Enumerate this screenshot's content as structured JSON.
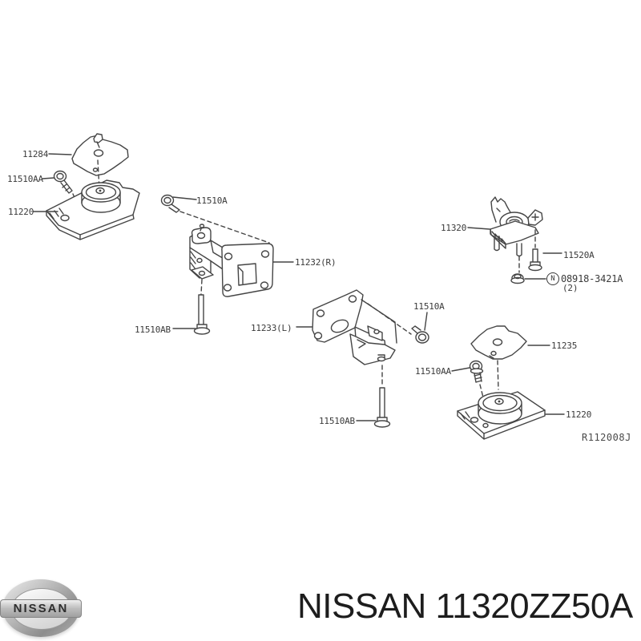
{
  "diagram": {
    "labels": [
      {
        "id": "11284",
        "text": "11284"
      },
      {
        "id": "11510aa-left",
        "text": "11510AA"
      },
      {
        "id": "11220-left",
        "text": "11220"
      },
      {
        "id": "11510a-top",
        "text": "11510A"
      },
      {
        "id": "11232-r",
        "text": "11232(R)"
      },
      {
        "id": "11510ab-left",
        "text": "11510AB"
      },
      {
        "id": "11233-l",
        "text": "11233(L)"
      },
      {
        "id": "11510a-right",
        "text": "11510A"
      },
      {
        "id": "11320",
        "text": "11320"
      },
      {
        "id": "11520a",
        "text": "11520A"
      },
      {
        "id": "nut-symbol",
        "text": "N"
      },
      {
        "id": "nut-part-number",
        "text": "08918-3421A"
      },
      {
        "id": "nut-quantity",
        "text": "(2)"
      },
      {
        "id": "11235",
        "text": "11235"
      },
      {
        "id": "11510aa-right",
        "text": "11510AA"
      },
      {
        "id": "11220-right",
        "text": "11220"
      },
      {
        "id": "11510ab-right",
        "text": "11510AB"
      }
    ],
    "ref_code": "R112008J",
    "line_color": "#454545",
    "label_color": "#3a3a3a"
  },
  "footer": {
    "badge_text": "NISSAN",
    "title": "NISSAN 11320ZZ50A"
  }
}
